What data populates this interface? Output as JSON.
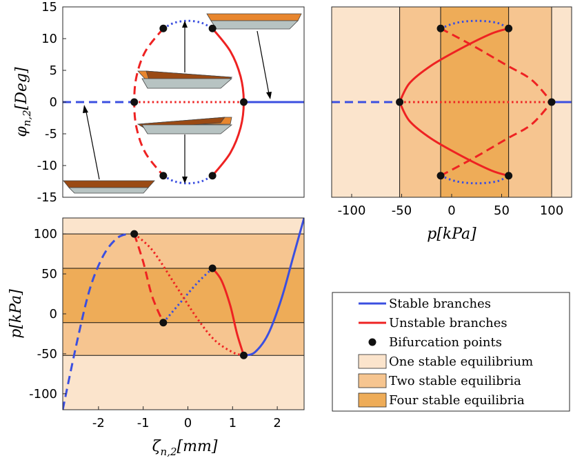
{
  "colors": {
    "stable": "#3b4fe0",
    "unstable": "#ee2222",
    "point": "#111111",
    "region_one": "#fbe4cc",
    "region_two": "#f6c590",
    "region_four": "#eeac58",
    "plate_top": "#e8862e",
    "plate_bottom": "#b7c3c2",
    "plate_dark": "#9a4a14"
  },
  "chart_data": [
    {
      "id": "angle_vs_displacement",
      "type": "line",
      "xlim": [
        -2.8,
        2.6
      ],
      "ylim": [
        -15,
        15
      ],
      "x_ticks": [],
      "y_ticks": [
        "15",
        "10",
        "5",
        "0",
        "-5",
        "-10",
        "-15"
      ],
      "y_tick_values": [
        15,
        10,
        5,
        0,
        -5,
        -10,
        -15
      ],
      "ylabel": "φ_{n,2}[Deg]",
      "ylabel_main": "φ",
      "ylabel_sub": "n,2",
      "ylabel_unit": "[Deg]",
      "points": [
        [
          -1.2,
          0
        ],
        [
          1.25,
          0
        ],
        [
          -0.55,
          11.6
        ],
        [
          0.55,
          11.6
        ],
        [
          -0.55,
          -11.6
        ],
        [
          0.55,
          -11.6
        ]
      ],
      "series": [
        {
          "style": "stable-dashed",
          "x": [
            -2.8,
            -1.2
          ],
          "y": [
            0,
            0
          ]
        },
        {
          "style": "stable-solid",
          "x": [
            1.25,
            2.6
          ],
          "y": [
            0,
            0
          ]
        },
        {
          "style": "unstable-dotted",
          "x": [
            -1.2,
            1.25
          ],
          "y": [
            0,
            0
          ]
        },
        {
          "style": "unstable-dashed",
          "x": [
            -0.55,
            -0.95,
            -1.15,
            -1.2,
            -1.15,
            -0.95,
            -0.55
          ],
          "y": [
            11.6,
            8,
            4,
            0,
            -4,
            -8,
            -11.6
          ]
        },
        {
          "style": "unstable-solid",
          "x": [
            0.55,
            0.95,
            1.18,
            1.25,
            1.18,
            0.95,
            0.55
          ],
          "y": [
            11.6,
            8,
            4,
            0,
            -4,
            -8,
            -11.6
          ]
        },
        {
          "style": "stable-dotted",
          "x": [
            -0.55,
            -0.3,
            0,
            0.3,
            0.55
          ],
          "y": [
            11.6,
            12.5,
            12.8,
            12.5,
            11.6
          ]
        },
        {
          "style": "stable-dotted",
          "x": [
            -0.55,
            -0.3,
            0,
            0.3,
            0.55
          ],
          "y": [
            -11.6,
            -12.5,
            -12.8,
            -12.5,
            -11.6
          ]
        }
      ]
    },
    {
      "id": "angle_vs_pressure",
      "type": "line",
      "xlim": [
        -120,
        120
      ],
      "ylim": [
        -15,
        15
      ],
      "x_ticks": [
        "-100",
        "-50",
        "0",
        "50",
        "100"
      ],
      "x_tick_values": [
        -100,
        -50,
        0,
        50,
        100
      ],
      "xlabel": "p[kPa]",
      "xlabel_main": "p",
      "xlabel_unit": "[kPa]",
      "region_boundaries": [
        -52,
        -11,
        57,
        100
      ],
      "points": [
        [
          -52,
          0
        ],
        [
          100,
          0
        ],
        [
          -11,
          11.6
        ],
        [
          57,
          11.6
        ],
        [
          -11,
          -11.6
        ],
        [
          57,
          -11.6
        ]
      ],
      "series": [
        {
          "style": "stable-dashed",
          "x": [
            -120,
            -52
          ],
          "y": [
            0,
            0
          ]
        },
        {
          "style": "stable-solid",
          "x": [
            100,
            120
          ],
          "y": [
            0,
            0
          ]
        },
        {
          "style": "unstable-dotted",
          "x": [
            -52,
            100
          ],
          "y": [
            0,
            0
          ]
        },
        {
          "style": "unstable-solid",
          "x": [
            -52,
            -42,
            -20,
            10,
            40,
            57
          ],
          "y": [
            0,
            3,
            5.8,
            8.5,
            10.8,
            11.6
          ]
        },
        {
          "style": "unstable-solid",
          "x": [
            -52,
            -42,
            -20,
            10,
            40,
            57
          ],
          "y": [
            0,
            -3,
            -5.8,
            -8.5,
            -10.8,
            -11.6
          ]
        },
        {
          "style": "unstable-dashed",
          "x": [
            -11,
            20,
            55,
            80,
            100
          ],
          "y": [
            11.6,
            9,
            5.8,
            3.5,
            0
          ]
        },
        {
          "style": "unstable-dashed",
          "x": [
            -11,
            20,
            55,
            80,
            100
          ],
          "y": [
            -11.6,
            -9,
            -5.8,
            -3.5,
            0
          ]
        },
        {
          "style": "stable-dotted",
          "x": [
            -11,
            5,
            25,
            45,
            57
          ],
          "y": [
            11.6,
            12.5,
            12.8,
            12.5,
            11.6
          ]
        },
        {
          "style": "stable-dotted",
          "x": [
            -11,
            5,
            25,
            45,
            57
          ],
          "y": [
            -11.6,
            -12.5,
            -12.8,
            -12.5,
            -11.6
          ]
        }
      ]
    },
    {
      "id": "pressure_vs_displacement",
      "type": "line",
      "xlim": [
        -2.8,
        2.6
      ],
      "ylim": [
        -120,
        120
      ],
      "x_ticks": [
        "-2",
        "-1",
        "0",
        "1",
        "2"
      ],
      "x_tick_values": [
        -2,
        -1,
        0,
        1,
        2
      ],
      "y_ticks": [
        "100",
        "50",
        "0",
        "-50",
        "-100"
      ],
      "y_tick_values": [
        100,
        50,
        0,
        -50,
        -100
      ],
      "xlabel": "ζ_{n,2}[mm]",
      "xlabel_main": "ζ",
      "xlabel_sub": "n,2",
      "xlabel_unit": "[mm]",
      "ylabel": "p[kPa]",
      "ylabel_main": "p",
      "ylabel_unit": "[kPa]",
      "region_boundaries": [
        -52,
        -11,
        57,
        100
      ],
      "points": [
        [
          -1.2,
          100
        ],
        [
          -0.55,
          -11
        ],
        [
          0.55,
          57
        ],
        [
          1.25,
          -52
        ]
      ],
      "series": [
        {
          "style": "stable-dashed",
          "x": [
            -2.8,
            -2.5,
            -2.2,
            -1.9,
            -1.6,
            -1.35,
            -1.2
          ],
          "y": [
            -120,
            -40,
            30,
            72,
            94,
            100,
            100
          ]
        },
        {
          "style": "unstable-dashed",
          "x": [
            -1.2,
            -1.0,
            -0.8,
            -0.55
          ],
          "y": [
            100,
            65,
            22,
            -11
          ]
        },
        {
          "style": "stable-dotted",
          "x": [
            -0.55,
            -0.2,
            0.2,
            0.55
          ],
          "y": [
            -11,
            12,
            38,
            57
          ]
        },
        {
          "style": "unstable-solid",
          "x": [
            0.55,
            0.75,
            0.95,
            1.1,
            1.25
          ],
          "y": [
            57,
            42,
            10,
            -25,
            -52
          ]
        },
        {
          "style": "unstable-dotted",
          "x": [
            -1.2,
            -0.8,
            -0.3,
            0.2,
            0.6,
            1.0,
            1.25
          ],
          "y": [
            100,
            80,
            38,
            -5,
            -33,
            -48,
            -52
          ]
        },
        {
          "style": "stable-solid",
          "x": [
            1.25,
            1.5,
            1.8,
            2.1,
            2.35,
            2.6
          ],
          "y": [
            -52,
            -48,
            -25,
            20,
            70,
            120
          ]
        }
      ]
    }
  ],
  "legend": {
    "items": [
      {
        "kind": "line",
        "color_key": "stable",
        "label": "Stable branches"
      },
      {
        "kind": "line",
        "color_key": "unstable",
        "label": "Unstable branches"
      },
      {
        "kind": "dot",
        "color_key": "point",
        "label": "Bifurcation points"
      },
      {
        "kind": "patch",
        "color_key": "region_one",
        "label": "One stable equilibrium"
      },
      {
        "kind": "patch",
        "color_key": "region_two",
        "label": "Two stable equilibria"
      },
      {
        "kind": "patch",
        "color_key": "region_four",
        "label": "Four stable equilibria"
      }
    ]
  }
}
